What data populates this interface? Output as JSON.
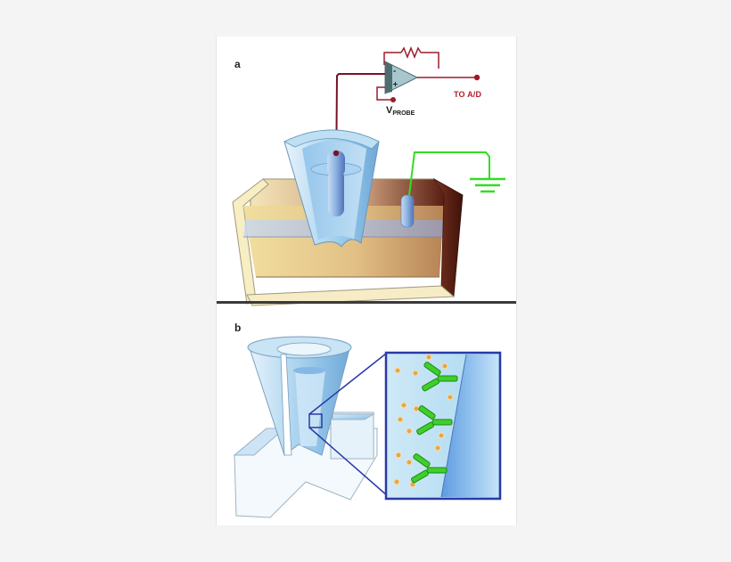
{
  "figure": {
    "panels": [
      {
        "id": "a",
        "label": "a",
        "description": "Electrochemical sensing setup: tapered probe electrode inserted in a fluid-filled well, connected to a transimpedance amplifier circuit; reference electrode connected to ground",
        "annotations": {
          "output_label": "TO A/D",
          "vprobe_main": "V",
          "vprobe_sub": "PROBE"
        },
        "components": [
          "op-amp",
          "feedback-resistor",
          "probe-electrode",
          "reference-electrode",
          "ground-symbol",
          "fluid-well"
        ]
      },
      {
        "id": "b",
        "label": "b",
        "description": "Cutaway view of tapered probe with magnified inset showing antibodies immobilized on the surface capturing antigen particles",
        "components": [
          "cutaway-probe",
          "magnification-box",
          "antibodies",
          "antigen-particles",
          "surface-layer"
        ]
      }
    ],
    "colors": {
      "wire_red": "#9b1b2c",
      "ground_green": "#33dd22",
      "probe_blue": "#9cc8ea",
      "well_tan": "#e8cf96",
      "well_brown": "#6b2a1a",
      "inset_border": "#2a3aa8",
      "antibody_green": "#3fcf2a",
      "antigen_orange": "#e8a64a"
    }
  }
}
